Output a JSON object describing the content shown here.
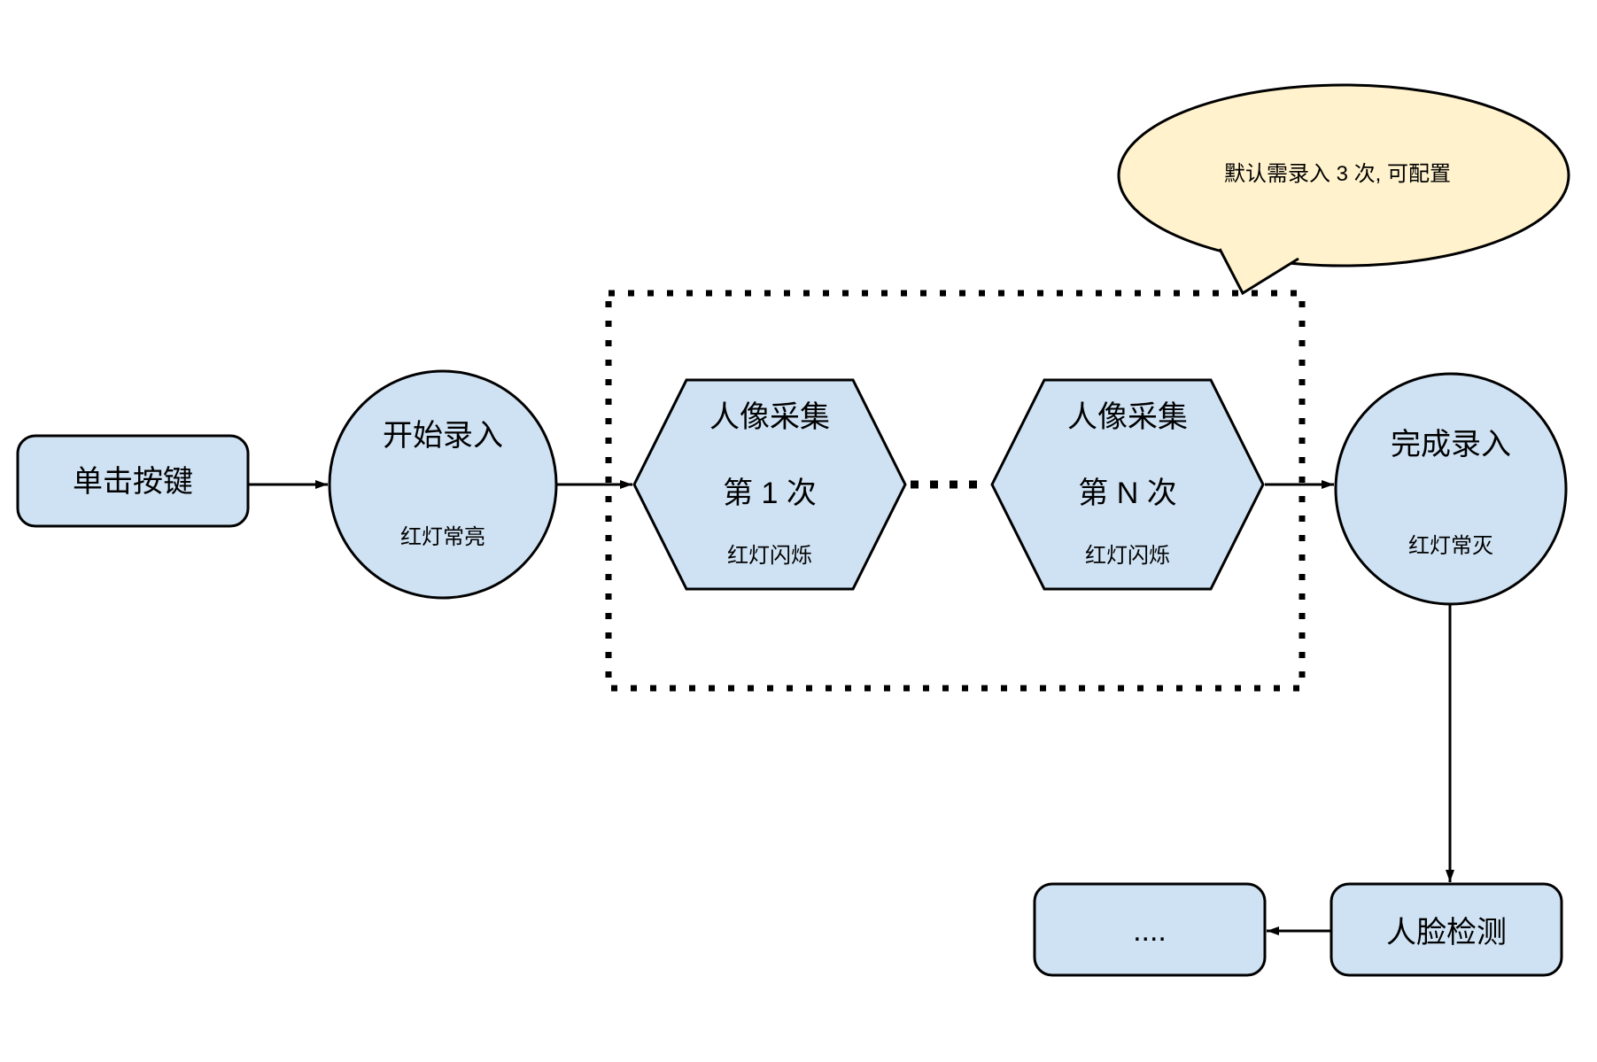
{
  "diagram": {
    "background": "#ffffff",
    "colors": {
      "node_fill": "#cfe2f3",
      "node_stroke": "#000000",
      "bubble_fill": "#fff2cc",
      "bubble_stroke": "#000000",
      "connector": "#000000"
    },
    "nodes": {
      "click_button": {
        "label": "单击按键"
      },
      "start_enroll": {
        "title": "开始录入",
        "subtitle": "红灯常亮"
      },
      "capture_1": {
        "title": "人像采集",
        "count": "第 1 次",
        "subtitle": "红灯闪烁"
      },
      "capture_n": {
        "title": "人像采集",
        "count": "第 N 次",
        "subtitle": "红灯闪烁"
      },
      "finish_enroll": {
        "title": "完成录入",
        "subtitle": "红灯常灭"
      },
      "face_detect": {
        "label": "人脸检测"
      },
      "more": {
        "label": "...."
      }
    },
    "annotation": {
      "text": "默认需录入 3 次, 可配置"
    }
  }
}
